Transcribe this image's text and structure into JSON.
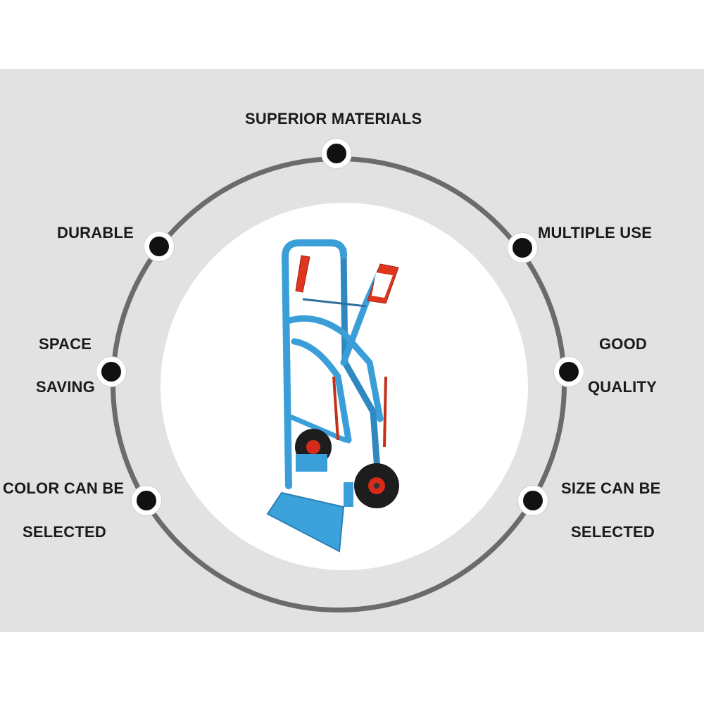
{
  "features": {
    "superior_materials": "SUPERIOR MATERIALS",
    "durable": "DURABLE",
    "multiple_use": "MULTIPLE USE",
    "space_line1": "SPACE",
    "space_line2": "SAVING",
    "good_line1": "GOOD",
    "good_line2": "QUALITY",
    "color_line1": "COLOR CAN BE",
    "color_line2": "SELECTED",
    "size_line1": "SIZE CAN BE",
    "size_line2": "SELECTED"
  },
  "colors": {
    "frame_blue": "#3a9fd8",
    "handle_red": "#e0361f",
    "ring_gray": "#6b6b6b",
    "panel_gray": "#e2e2e2"
  }
}
